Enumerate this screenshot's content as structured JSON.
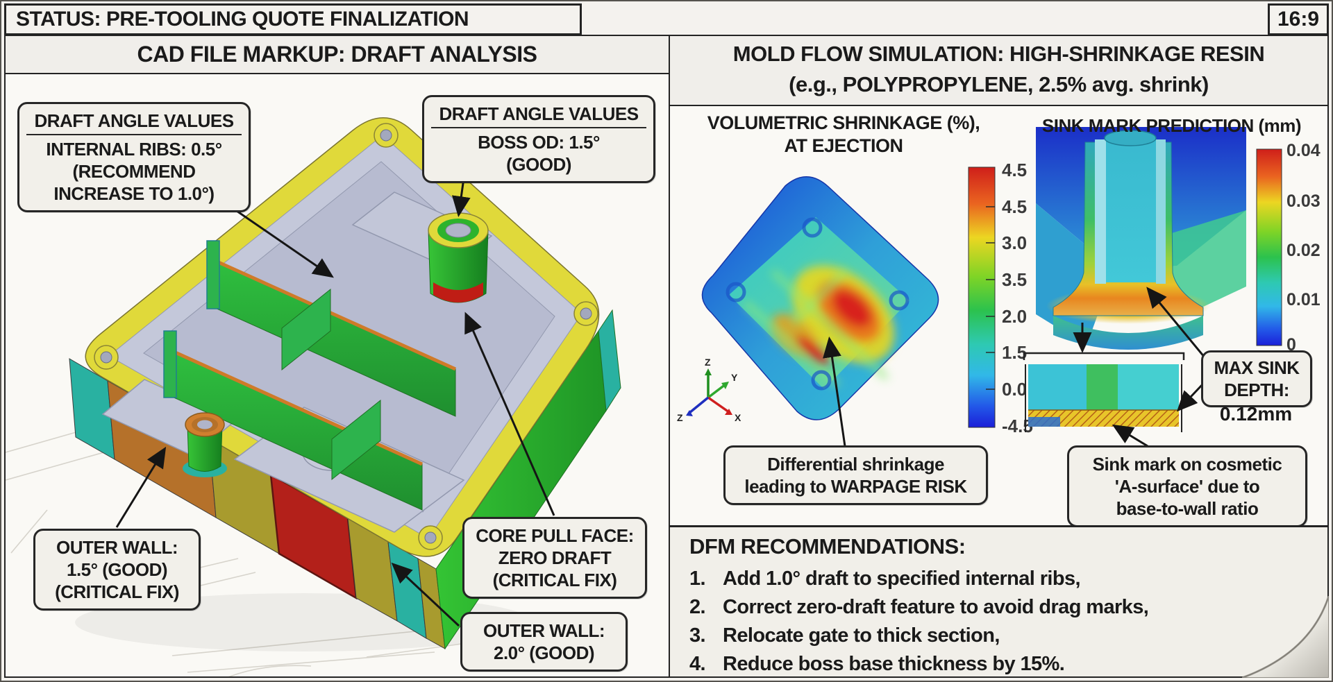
{
  "status_bar": {
    "title": "STATUS: PRE-TOOLING QUOTE FINALIZATION",
    "aspect_ratio": "16:9"
  },
  "cad_panel": {
    "header": "CAD FILE MARKUP: DRAFT ANALYSIS",
    "callout_ribs": {
      "title": "DRAFT ANGLE VALUES",
      "lines": [
        "INTERNAL RIBS: 0.5°",
        "(RECOMMEND",
        "INCREASE TO 1.0°)"
      ]
    },
    "callout_boss": {
      "title": "DRAFT ANGLE VALUES",
      "lines": [
        "BOSS OD: 1.5°",
        "(GOOD)"
      ]
    },
    "callout_outer_wall_15": {
      "lines": [
        "OUTER WALL:",
        "1.5° (GOOD)",
        "(CRITICAL FIX)"
      ]
    },
    "callout_core_pull": {
      "lines": [
        "CORE PULL FACE:",
        "ZERO DRAFT",
        "(CRITICAL FIX)"
      ]
    },
    "callout_outer_wall_20": {
      "lines": [
        "OUTER WALL:",
        "2.0° (GOOD)"
      ]
    }
  },
  "sim_panel": {
    "header_line1": "MOLD FLOW SIMULATION: HIGH-SHRINKAGE RESIN",
    "header_line2": "(e.g., POLYPROPYLENE, 2.5% avg. shrink)",
    "shrinkage_title_line1": "VOLUMETRIC SHRINKAGE (%),",
    "shrinkage_title_line2": "AT EJECTION",
    "shrinkage_colorbar_labels": [
      "4.5",
      "4.5",
      "3.0",
      "3.5",
      "2.0",
      "1.5",
      "0.0",
      "-4.5"
    ],
    "warpage_callout_line1": "Differential shrinkage",
    "warpage_callout_line2": "leading to WARPAGE RISK",
    "sink_title": "SINK MARK PREDICTION (mm)",
    "sink_colorbar_labels": [
      "0.04",
      "0.03",
      "0.02",
      "0.01",
      "0"
    ],
    "max_sink_callout_line1": "MAX SINK",
    "max_sink_callout_line2": "DEPTH:",
    "max_sink_value": "0.12mm",
    "sink_callout_lines": [
      "Sink mark on cosmetic",
      "'A-surface' due to",
      "base-to-wall ratio"
    ],
    "axis_labels": {
      "z_up": "Z",
      "y": "Y",
      "x": "X",
      "z_lower": "Z"
    }
  },
  "dfm": {
    "title": "DFM RECOMMENDATIONS:",
    "items": [
      {
        "num": "1.",
        "text": "Add 1.0° draft to specified internal ribs,"
      },
      {
        "num": "2.",
        "text": "Correct zero-draft feature to avoid drag marks,"
      },
      {
        "num": "3.",
        "text": "Relocate gate to thick section,"
      },
      {
        "num": "4.",
        "text": "Reduce boss base thickness by 15%."
      }
    ]
  },
  "colors": {
    "slide_bg": "#f4f2ee",
    "panel_bg": "#faf9f5",
    "border": "#232323",
    "callout_bg": "#f2f0ea",
    "cad_yellow": "#e0d93a",
    "cad_green": "#2db32d",
    "cad_teal": "#29b1a1",
    "cad_gray": "#b7bbd0",
    "cad_orange": "#b5712a",
    "cad_olive": "#a89b2e",
    "cad_red": "#b3201a",
    "heat_scale_top": "#d8261c",
    "heat_scale_bottom": "#1b35d8"
  }
}
